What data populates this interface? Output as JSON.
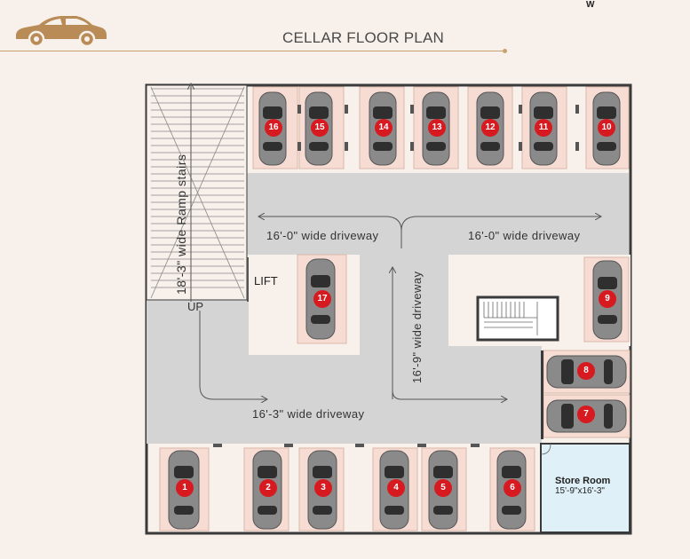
{
  "header": {
    "title": "CELLAR FLOOR PLAN",
    "compass_label": "W"
  },
  "plan": {
    "lift_label": "LIFT",
    "ramp_label": "18'-3\" wide Ramp stairs",
    "up_label": "UP",
    "driveway_top_left": "16'-0\" wide driveway",
    "driveway_top_right": "16'-0\" wide driveway",
    "driveway_vertical": "16'-9\" wide driveway",
    "driveway_bottom": "16'-3\" wide driveway",
    "store_room": {
      "name": "Store Room",
      "size": "15'-9\"x16'-3\""
    },
    "parking_bays": [
      "16",
      "15",
      "14",
      "13",
      "12",
      "11",
      "10",
      "17",
      "9",
      "8",
      "7",
      "1",
      "2",
      "3",
      "4",
      "5",
      "6"
    ]
  },
  "colors": {
    "background": "#f8f0ea",
    "driveway": "#d4d4d4",
    "bay": "#f6dcd3",
    "wall": "#3a3a3a",
    "badge": "#d71920",
    "accent": "#c9a26b",
    "store_room": "#dff0f8"
  }
}
